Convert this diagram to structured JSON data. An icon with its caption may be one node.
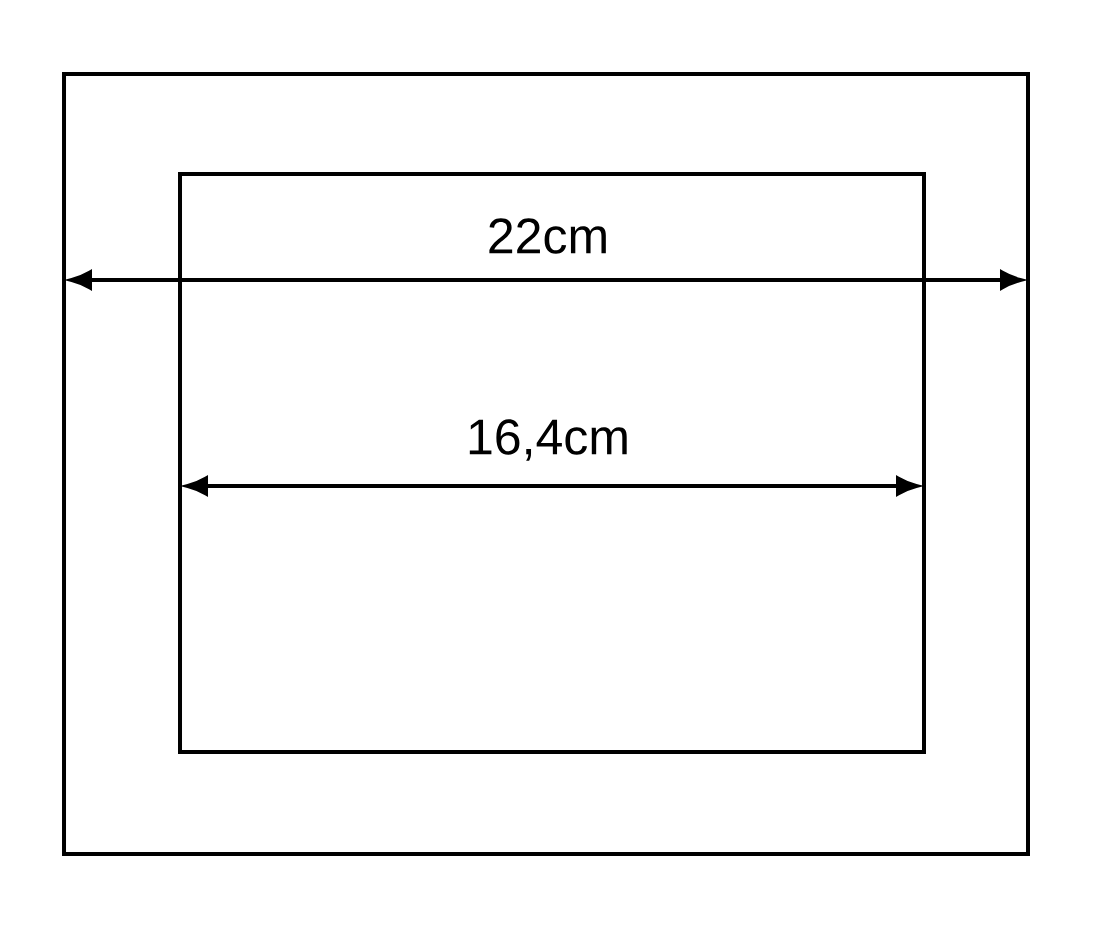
{
  "diagram": {
    "nodes": [
      {
        "text": [],
        "shape": "box"
      },
      {
        "text": [],
        "shape": "box",
        "in": 0
      }
    ],
    "labels": [
      "22cm",
      "16,4cm"
    ]
  }
}
